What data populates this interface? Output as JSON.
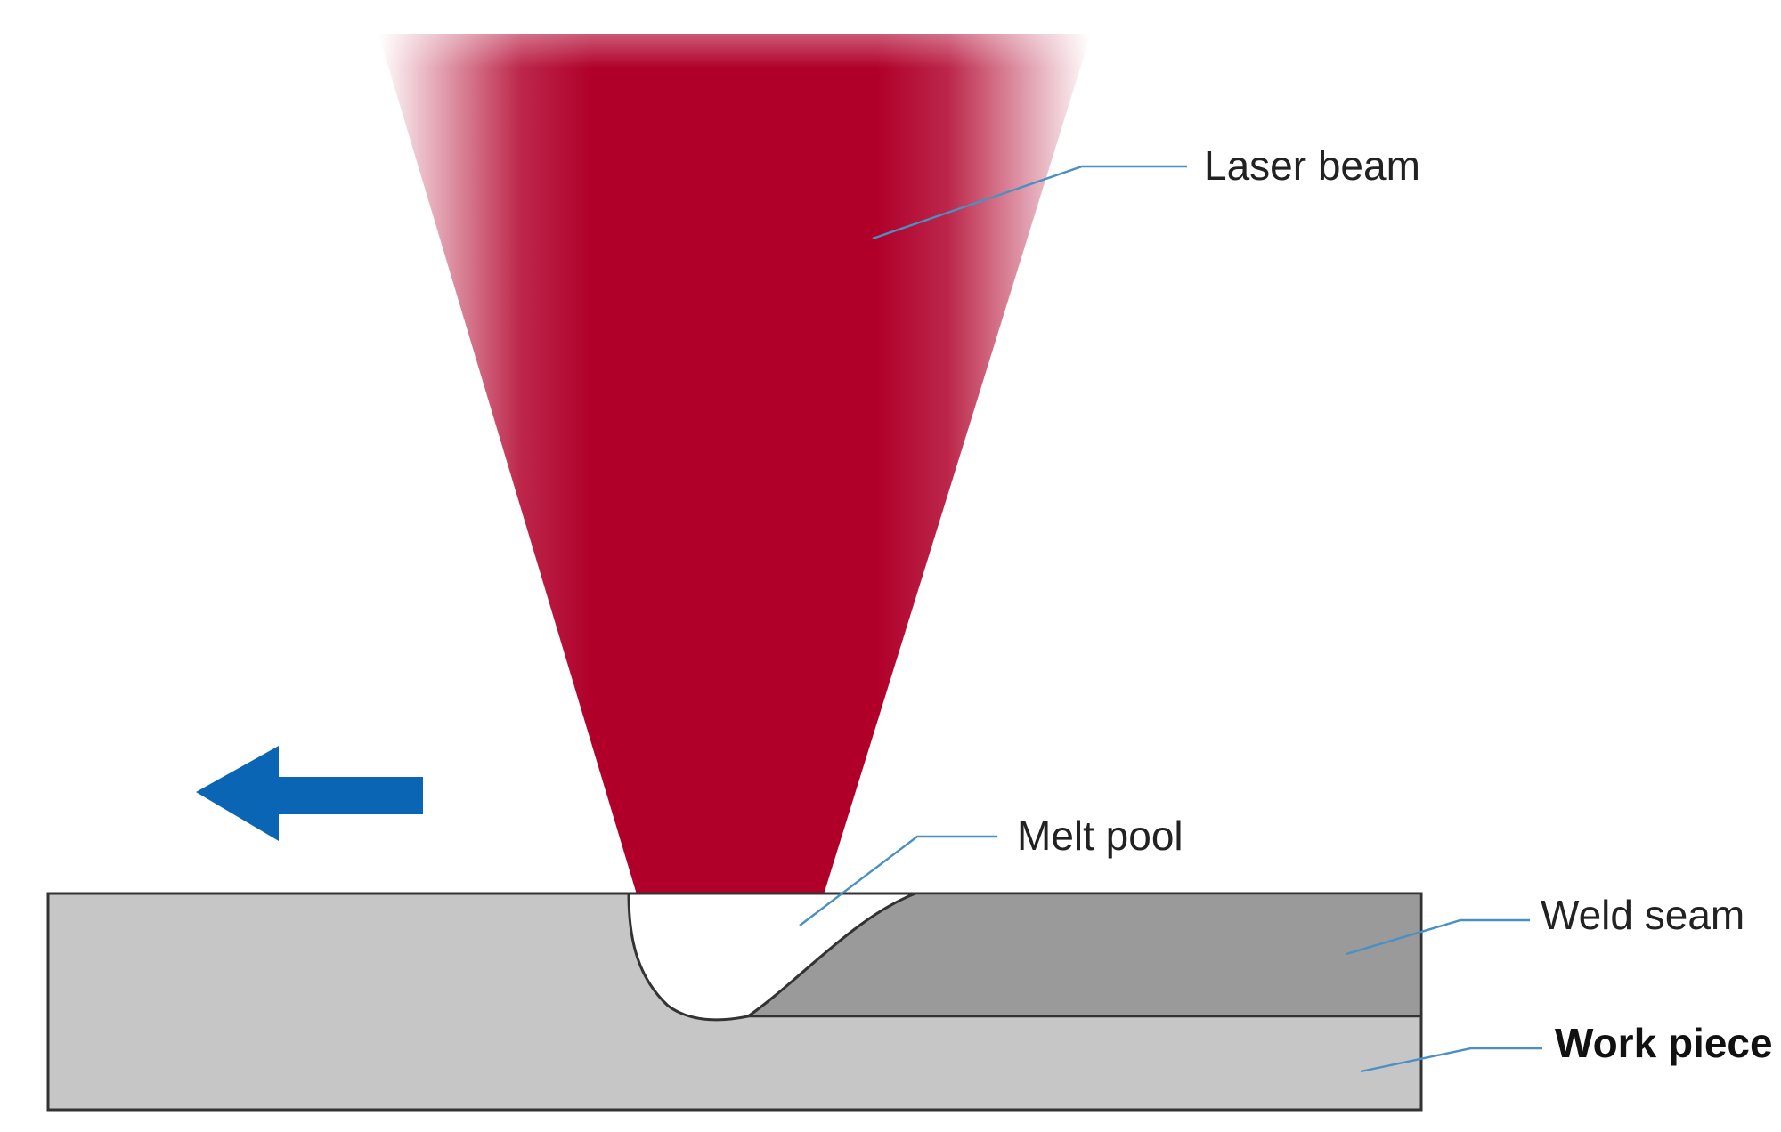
{
  "diagram": {
    "labels": {
      "laser_beam": "Laser beam",
      "melt_pool": "Melt pool",
      "weld_seam": "Weld seam",
      "work_piece": "Work piece"
    },
    "direction_arrow": {
      "icon": "left-arrow-icon",
      "meaning": "welding direction"
    },
    "colors": {
      "laser_beam": "#b0002a",
      "work_piece": "#c6c6c6",
      "weld_seam": "#9a9a9a",
      "melt_pool": "#ffffff",
      "direction_arrow": "#0a66b5",
      "leader_line": "#4a90c2",
      "outline": "#333333"
    }
  }
}
